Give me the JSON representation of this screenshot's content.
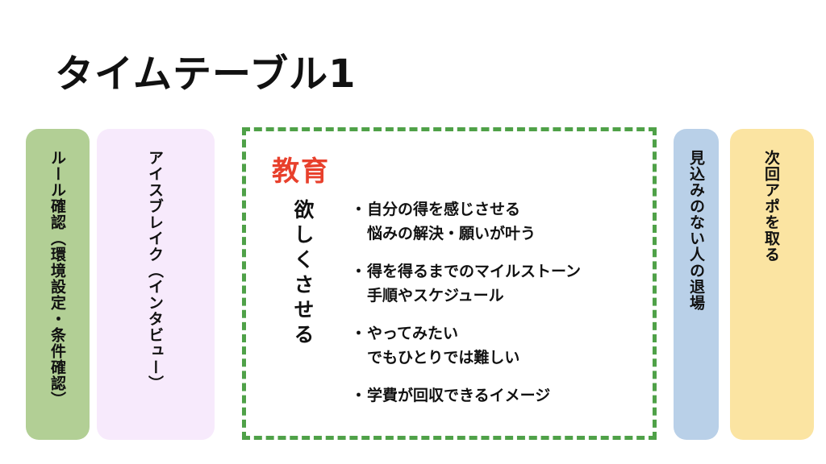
{
  "slide": {
    "title": "タイムテーブル1",
    "columns": [
      {
        "text": "ルール確認（環境設定・条件確認）",
        "color": "#b2cf95"
      },
      {
        "text": "アイスブレイク（インタビュー）",
        "color": "#f7eafc"
      },
      {
        "text": "見込みのない人の退場",
        "color": "#b9d0e8"
      },
      {
        "text": "次回アポを取る",
        "color": "#fbe4a2"
      }
    ],
    "main": {
      "heading": "教育",
      "vertical_text": "欲しくさせる",
      "border_color": "#4fa148",
      "heading_color": "#e8402c",
      "bullet_marker": "・",
      "bullets": [
        {
          "line1": "自分の得を感じさせる",
          "line2": "悩みの解決・願いが叶う"
        },
        {
          "line1": "得を得るまでのマイルストーン",
          "line2": "手順やスケジュール"
        },
        {
          "line1": "やってみたい",
          "line2": "でもひとりでは難しい"
        },
        {
          "line1": "学費が回収できるイメージ",
          "line2": ""
        }
      ]
    }
  }
}
